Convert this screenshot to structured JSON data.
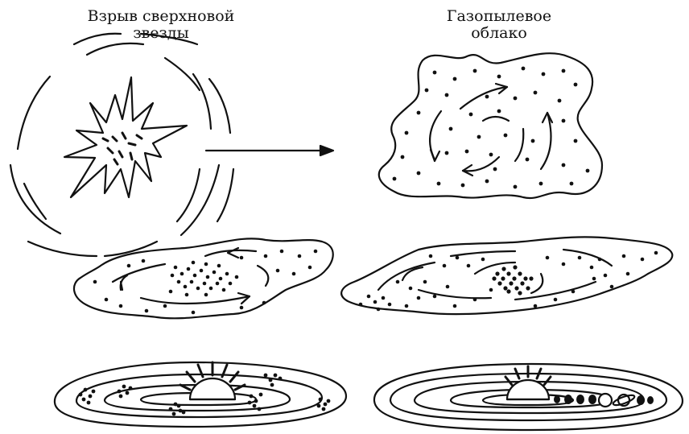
{
  "labels": {
    "supernova_line1": "Взрыв сверхновой",
    "supernova_line2": "звезды",
    "cloud_line1": "Газопылевое",
    "cloud_line2": "облако"
  },
  "colors": {
    "ink": "#111111",
    "background": "#ffffff"
  },
  "stages": [
    {
      "name": "supernova-explosion"
    },
    {
      "name": "gas-dust-cloud"
    },
    {
      "name": "flattened-rotating-cloud"
    },
    {
      "name": "condensing-disk"
    },
    {
      "name": "protoplanetary-disk-with-clumps"
    },
    {
      "name": "solar-system-with-planets"
    }
  ]
}
